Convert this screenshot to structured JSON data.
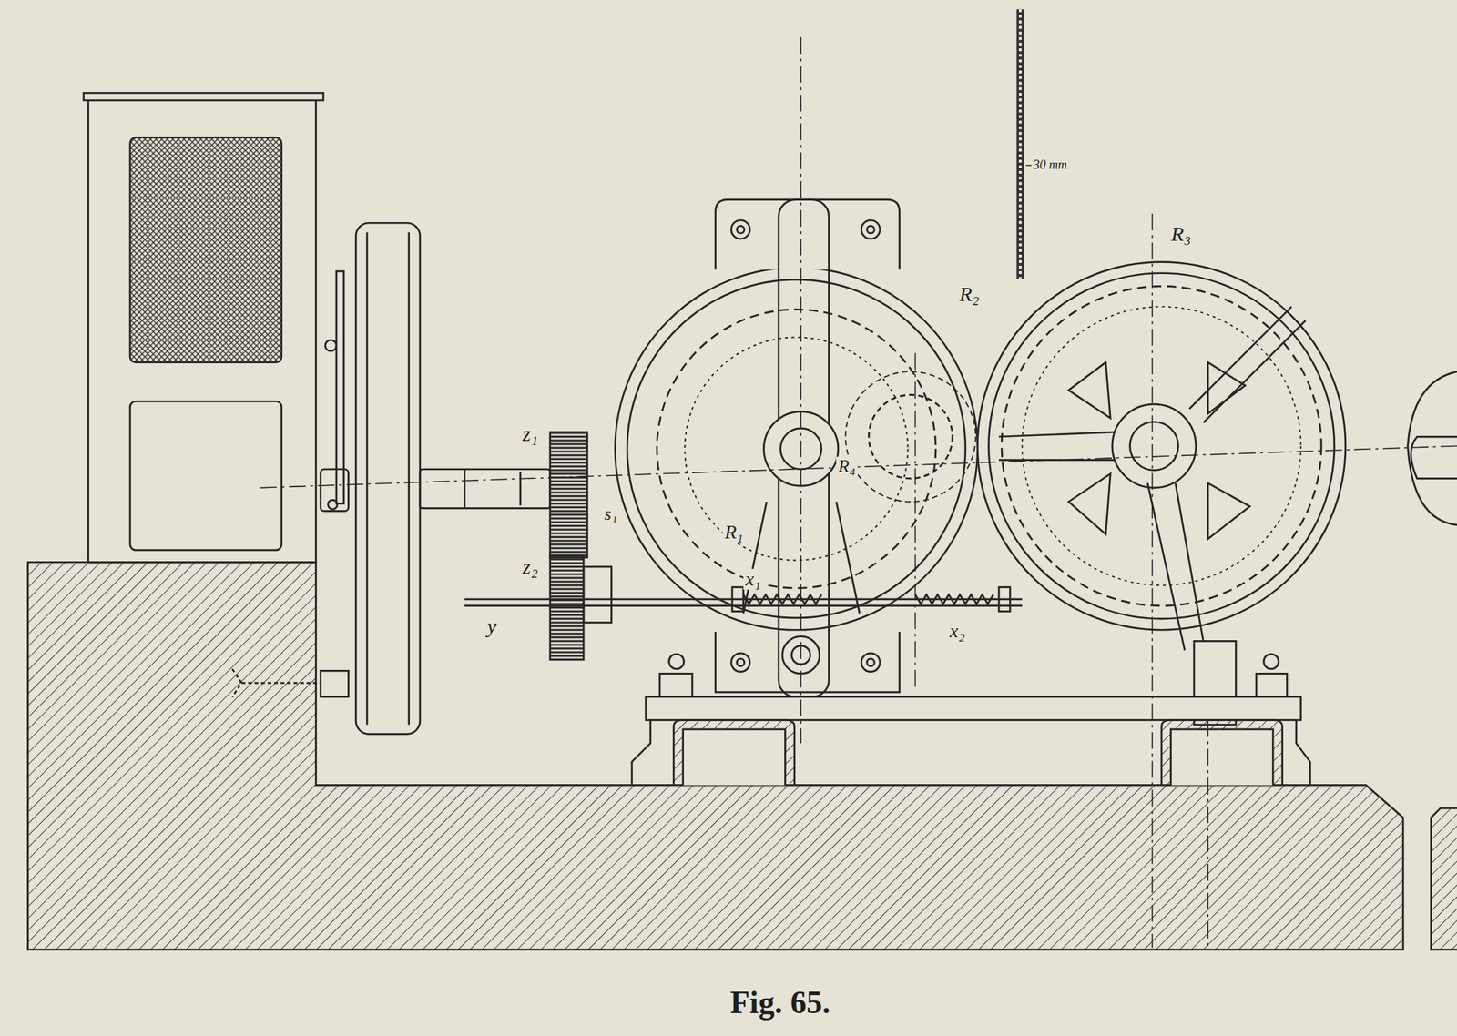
{
  "diagram": {
    "caption": "Fig. 65.",
    "labels": [
      "z₁",
      "s₁",
      "z₂",
      "y",
      "x₁",
      "x₂",
      "R₁",
      "R₂",
      "R₃",
      "R₄",
      "30 mm"
    ]
  }
}
